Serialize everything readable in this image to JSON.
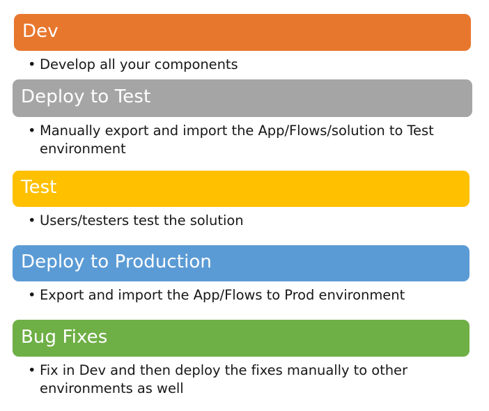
{
  "diagram": {
    "type": "process-stage-list",
    "stages": [
      {
        "id": "dev",
        "title": "Dev",
        "color": "#E8772E",
        "bullets": [
          {
            "marker": "bullet-dot",
            "text": "Develop all your components"
          }
        ]
      },
      {
        "id": "deploy-to-test",
        "title": "Deploy to Test",
        "color": "#A5A5A5",
        "bullets": [
          {
            "marker": "bullet-dot",
            "text": "Manually export and import the App/Flows/solution to Test environment"
          }
        ]
      },
      {
        "id": "test",
        "title": "Test",
        "color": "#FFC000",
        "bullets": [
          {
            "marker": "bullet-dot",
            "text": "Users/testers test the solution"
          }
        ]
      },
      {
        "id": "deploy-to-production",
        "title": "Deploy to Production",
        "color": "#5B9BD5",
        "bullets": [
          {
            "marker": "bullet-dot",
            "text": "Export and import the App/Flows to Prod environment"
          }
        ]
      },
      {
        "id": "bug-fixes",
        "title": "Bug Fixes",
        "color": "#6EAF46",
        "bullets": [
          {
            "marker": "bullet-dot",
            "text": "Fix in Dev and then deploy the fixes manually to other environments as well"
          }
        ]
      }
    ],
    "bullet_glyph": "•",
    "text_color": "#171717",
    "title_color": "#FFFFFF",
    "background": "#FFFFFF"
  }
}
